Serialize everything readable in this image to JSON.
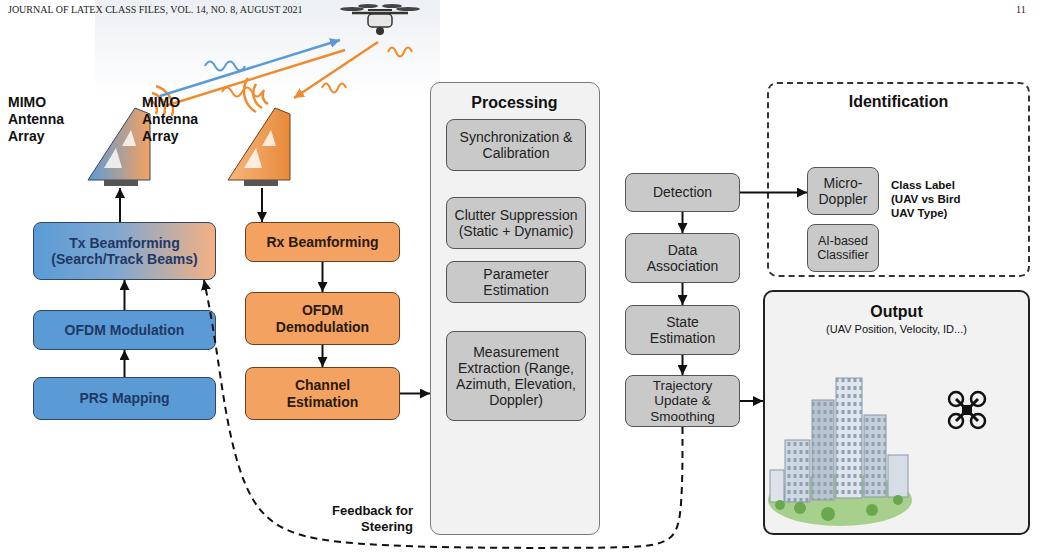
{
  "diagram": {
    "nodes": [
      {
        "text": [
          "MIMO Antenna Array"
        ]
      },
      {
        "text": [
          "MIMO Antenna Array"
        ]
      },
      {
        "text": [
          "Tx Beamforming (Search/Track Beams)"
        ]
      },
      {
        "text": [
          "OFDM Modulation"
        ]
      },
      {
        "text": [
          "PRS Mapping"
        ]
      },
      {
        "text": [
          "Rx Beamforming"
        ]
      },
      {
        "text": [
          "OFDM Demodulation"
        ]
      },
      {
        "text": [
          "Channel Estimation"
        ]
      },
      {
        "text": [
          "Processing"
        ]
      },
      {
        "text": [
          "Synchronization & Calibration"
        ],
        "in": 8
      },
      {
        "text": [
          "Clutter Suppression (Static + Dynamic)"
        ],
        "in": 8
      },
      {
        "text": [
          "Parameter Estimation"
        ],
        "in": 8
      },
      {
        "text": [
          "Measurement Extraction (Range, Azimuth, Elevation, Doppler)"
        ],
        "in": 8
      },
      {
        "text": [
          "Detection"
        ]
      },
      {
        "text": [
          "Data Association"
        ]
      },
      {
        "text": [
          "State Estimation"
        ]
      },
      {
        "text": [
          "Trajectory Update & Smoothing"
        ]
      },
      {
        "text": [
          "Identification",
          "Class Label (UAV vs Bird UAV Type)"
        ]
      },
      {
        "text": [
          "Micro-Doppler"
        ],
        "in": 17
      },
      {
        "text": [
          "AI-based Classifier"
        ],
        "in": 17
      },
      {
        "text": [
          "Output",
          "(UAV Position, Velocity, ID...)"
        ]
      }
    ],
    "edges": [
      {
        "from": 4,
        "to": 3,
        "arrow": "to"
      },
      {
        "from": 3,
        "to": 2,
        "arrow": "to"
      },
      {
        "from": 2,
        "to": 0,
        "arrow": "to"
      },
      {
        "from": 1,
        "to": 5,
        "arrow": "to"
      },
      {
        "from": 5,
        "to": 6,
        "arrow": "to"
      },
      {
        "from": 6,
        "to": 7,
        "arrow": "to"
      },
      {
        "from": 7,
        "to": 8,
        "arrow": "to"
      },
      {
        "from": 13,
        "to": 14,
        "arrow": "to"
      },
      {
        "from": 14,
        "to": 15,
        "arrow": "to"
      },
      {
        "from": 15,
        "to": 16,
        "arrow": "to"
      },
      {
        "from": 16,
        "to": 20,
        "arrow": "to"
      },
      {
        "from": 13,
        "to": 18,
        "arrow": "to"
      },
      {
        "from": 16,
        "to": 2,
        "label": "Feedback for Steering",
        "arrow": "to"
      }
    ],
    "labels": [
      "JOURNAL OF LATEX CLASS FILES, VOL. 14, NO. 8, AUGUST 2021",
      "11"
    ]
  }
}
